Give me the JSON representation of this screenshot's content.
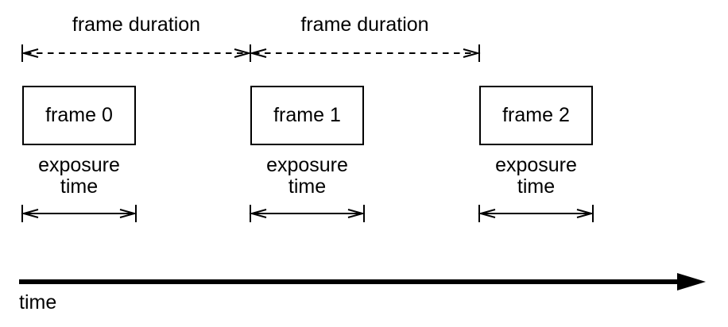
{
  "diagram": {
    "duration_spans": [
      {
        "label": "frame duration"
      },
      {
        "label": "frame duration"
      }
    ],
    "frames": [
      {
        "label": "frame 0",
        "exposure_label": "exposure\ntime"
      },
      {
        "label": "frame 1",
        "exposure_label": "exposure\ntime"
      },
      {
        "label": "frame 2",
        "exposure_label": "exposure\ntime"
      }
    ],
    "time_axis": {
      "label": "time"
    },
    "colors": {
      "stroke": "#000000",
      "background": "#ffffff"
    }
  }
}
